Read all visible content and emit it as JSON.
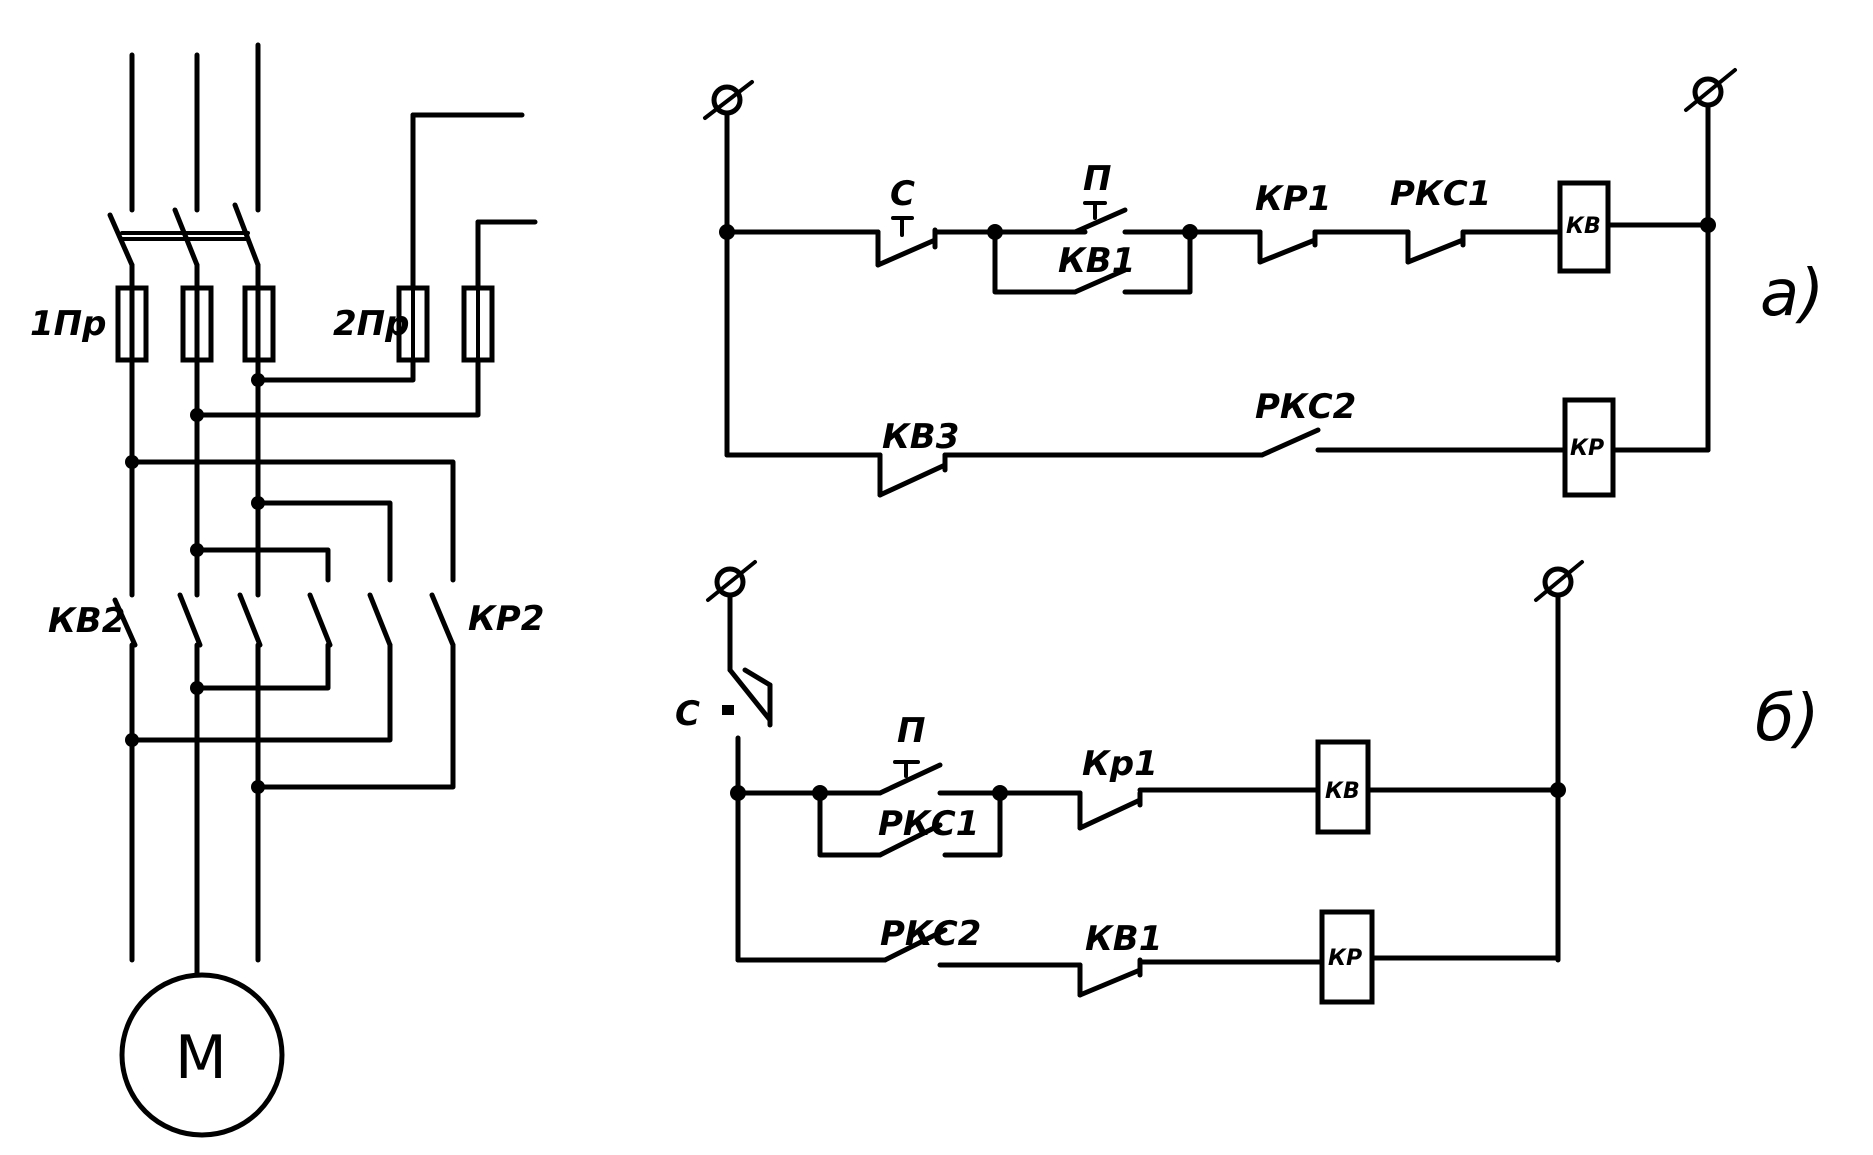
{
  "motor": {
    "label": "M"
  },
  "power": {
    "fuse_main": "1Пр",
    "fuse_control": "2Пр",
    "contactor_forward": "КВ2",
    "contactor_reverse": "КР2"
  },
  "circuit_a": {
    "tag": "а)",
    "stop_button": "С",
    "start_button": "П",
    "hold_contact": "КВ1",
    "interlock_contact": "КР1",
    "speed_relay_contact_1": "РКС1",
    "forward_coil": "КВ",
    "reverse_interlock": "КВ3",
    "speed_relay_contact_2": "РКС2",
    "reverse_coil": "КР"
  },
  "circuit_b": {
    "tag": "б)",
    "stop_button": "С",
    "start_button": "П",
    "speed_relay_contact_1": "РКС1",
    "interlock_contact": "Кр1",
    "forward_coil": "КВ",
    "speed_relay_contact_2": "РКС2",
    "forward_interlock": "КВ1",
    "reverse_coil": "КР"
  }
}
